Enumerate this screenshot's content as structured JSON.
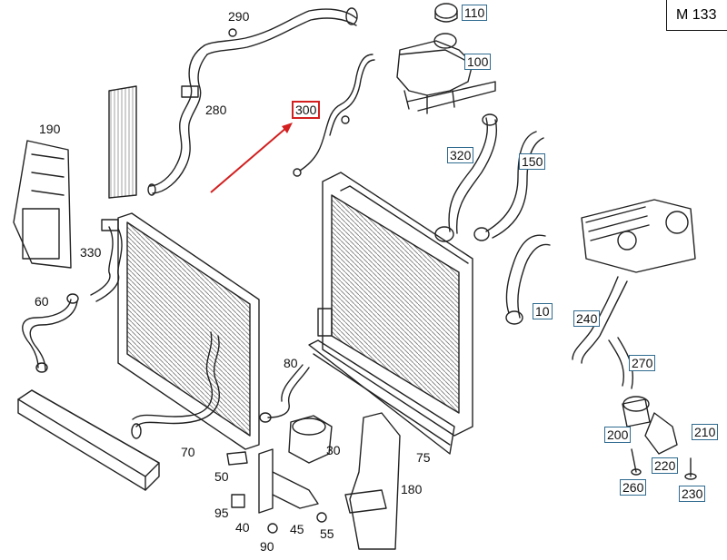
{
  "title": "M 133",
  "labels": {
    "n290": "290",
    "n280": "280",
    "n110": "110",
    "n100": "100",
    "n300": "300",
    "n190": "190",
    "n320": "320",
    "n150": "150",
    "n330": "330",
    "n60": "60",
    "n10": "10",
    "n240": "240",
    "n270": "270",
    "n80": "80",
    "n70": "70",
    "n30": "30",
    "n75": "75",
    "n200": "200",
    "n210": "210",
    "n50": "50",
    "n220": "220",
    "n260": "260",
    "n230": "230",
    "n180": "180",
    "n95": "95",
    "n40": "40",
    "n45": "45",
    "n55": "55",
    "n90": "90"
  },
  "colors": {
    "line": "#222222",
    "highlight": "#d31f1f",
    "box": "#2f6a8f"
  }
}
